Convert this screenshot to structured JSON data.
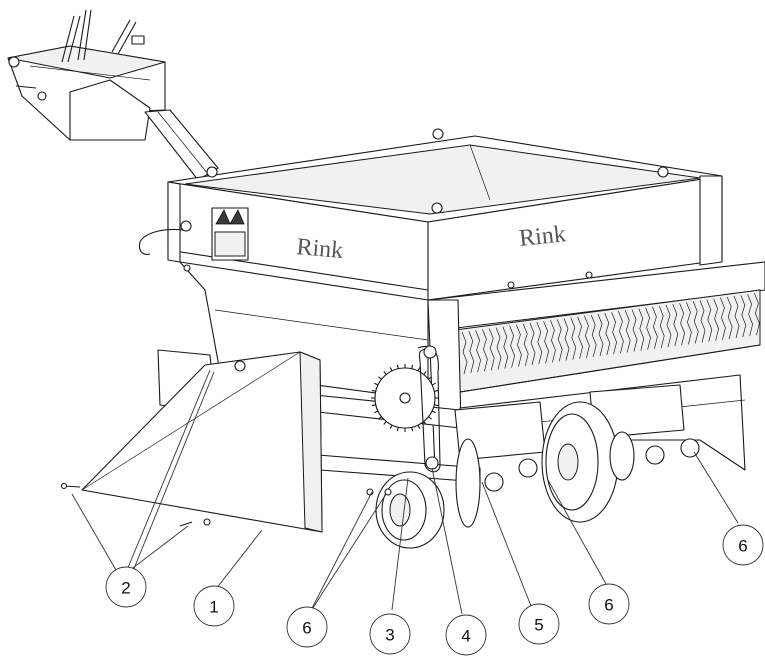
{
  "brand": {
    "left_panel_text": "Rink",
    "right_panel_text": "Rink"
  },
  "callouts": [
    {
      "id": "c1",
      "label": "1"
    },
    {
      "id": "c2",
      "label": "2"
    },
    {
      "id": "c3",
      "label": "3"
    },
    {
      "id": "c4",
      "label": "4"
    },
    {
      "id": "c5",
      "label": "5"
    },
    {
      "id": "c6a",
      "label": "6"
    },
    {
      "id": "c6b",
      "label": "6"
    },
    {
      "id": "c6c",
      "label": "6"
    }
  ],
  "colors": {
    "line": "#1a1a1a",
    "background": "#ffffff"
  }
}
